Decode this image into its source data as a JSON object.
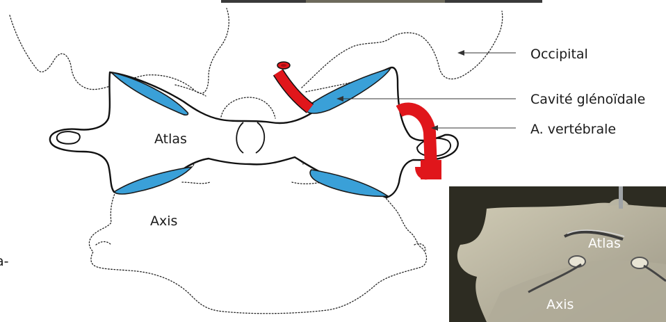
{
  "labels": {
    "atlas": "Atlas",
    "axis": "Axis",
    "occipital": "Occipital",
    "glenoid": "Cavité glénoïdale",
    "vertebral": "A. vertébrale",
    "cutoff": "a-"
  },
  "photo": {
    "atlas": "Atlas",
    "axis": "Axis"
  },
  "colors": {
    "facet": "#3aa0d8",
    "artery": "#e0161b",
    "photo_bg": "#2d2c22"
  }
}
